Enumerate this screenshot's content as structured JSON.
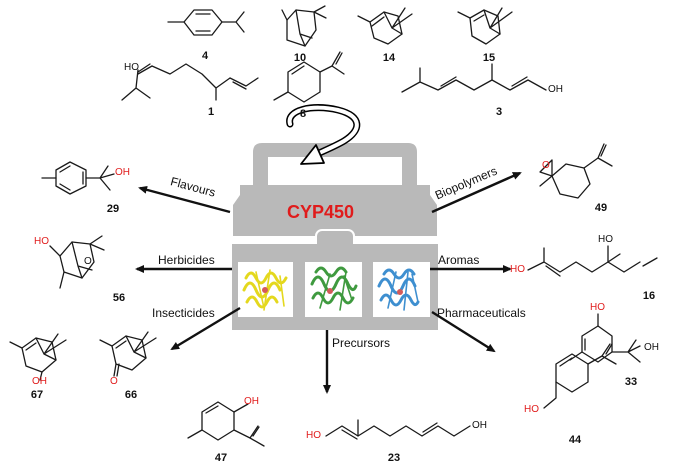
{
  "center": {
    "title": "CYP450"
  },
  "colors": {
    "toolbox": "#b9b9b9",
    "title": "#e01b1b",
    "heteroatom": "#e01b1b",
    "protein_1": "#e4d81e",
    "protein_2": "#3f9a3f",
    "protein_3": "#3e8fd0"
  },
  "substrates": [
    {
      "id": "4"
    },
    {
      "id": "10"
    },
    {
      "id": "14"
    },
    {
      "id": "15"
    },
    {
      "id": "1",
      "atom_label": "HO"
    },
    {
      "id": "8"
    },
    {
      "id": "3",
      "atom_label": "OH"
    }
  ],
  "applications": [
    {
      "label": "Flavours",
      "products": [
        {
          "id": "29",
          "atom_label": "OH"
        }
      ]
    },
    {
      "label": "Biopolymers",
      "products": [
        {
          "id": "49",
          "atom_label": "O"
        }
      ]
    },
    {
      "label": "Herbicides",
      "products": [
        {
          "id": "56",
          "atom_label": "HO",
          "atom_label_2": "O"
        }
      ]
    },
    {
      "label": "Aromas",
      "products": [
        {
          "id": "16",
          "atom_label": "HO",
          "atom_label_2": "HO"
        }
      ]
    },
    {
      "label": "Insecticides",
      "products": [
        {
          "id": "67",
          "atom_label": "OH"
        },
        {
          "id": "66",
          "atom_label": "O"
        }
      ]
    },
    {
      "label": "Pharmaceuticals",
      "products": [
        {
          "id": "44",
          "atom_label": "HO"
        },
        {
          "id": "33",
          "atom_label": "HO",
          "atom_label_2": "OH"
        }
      ]
    },
    {
      "label": "Precursors",
      "products": [
        {
          "id": "47",
          "atom_label": "OH"
        },
        {
          "id": "23",
          "atom_label": "HO",
          "atom_label_2": "OH"
        }
      ]
    }
  ]
}
